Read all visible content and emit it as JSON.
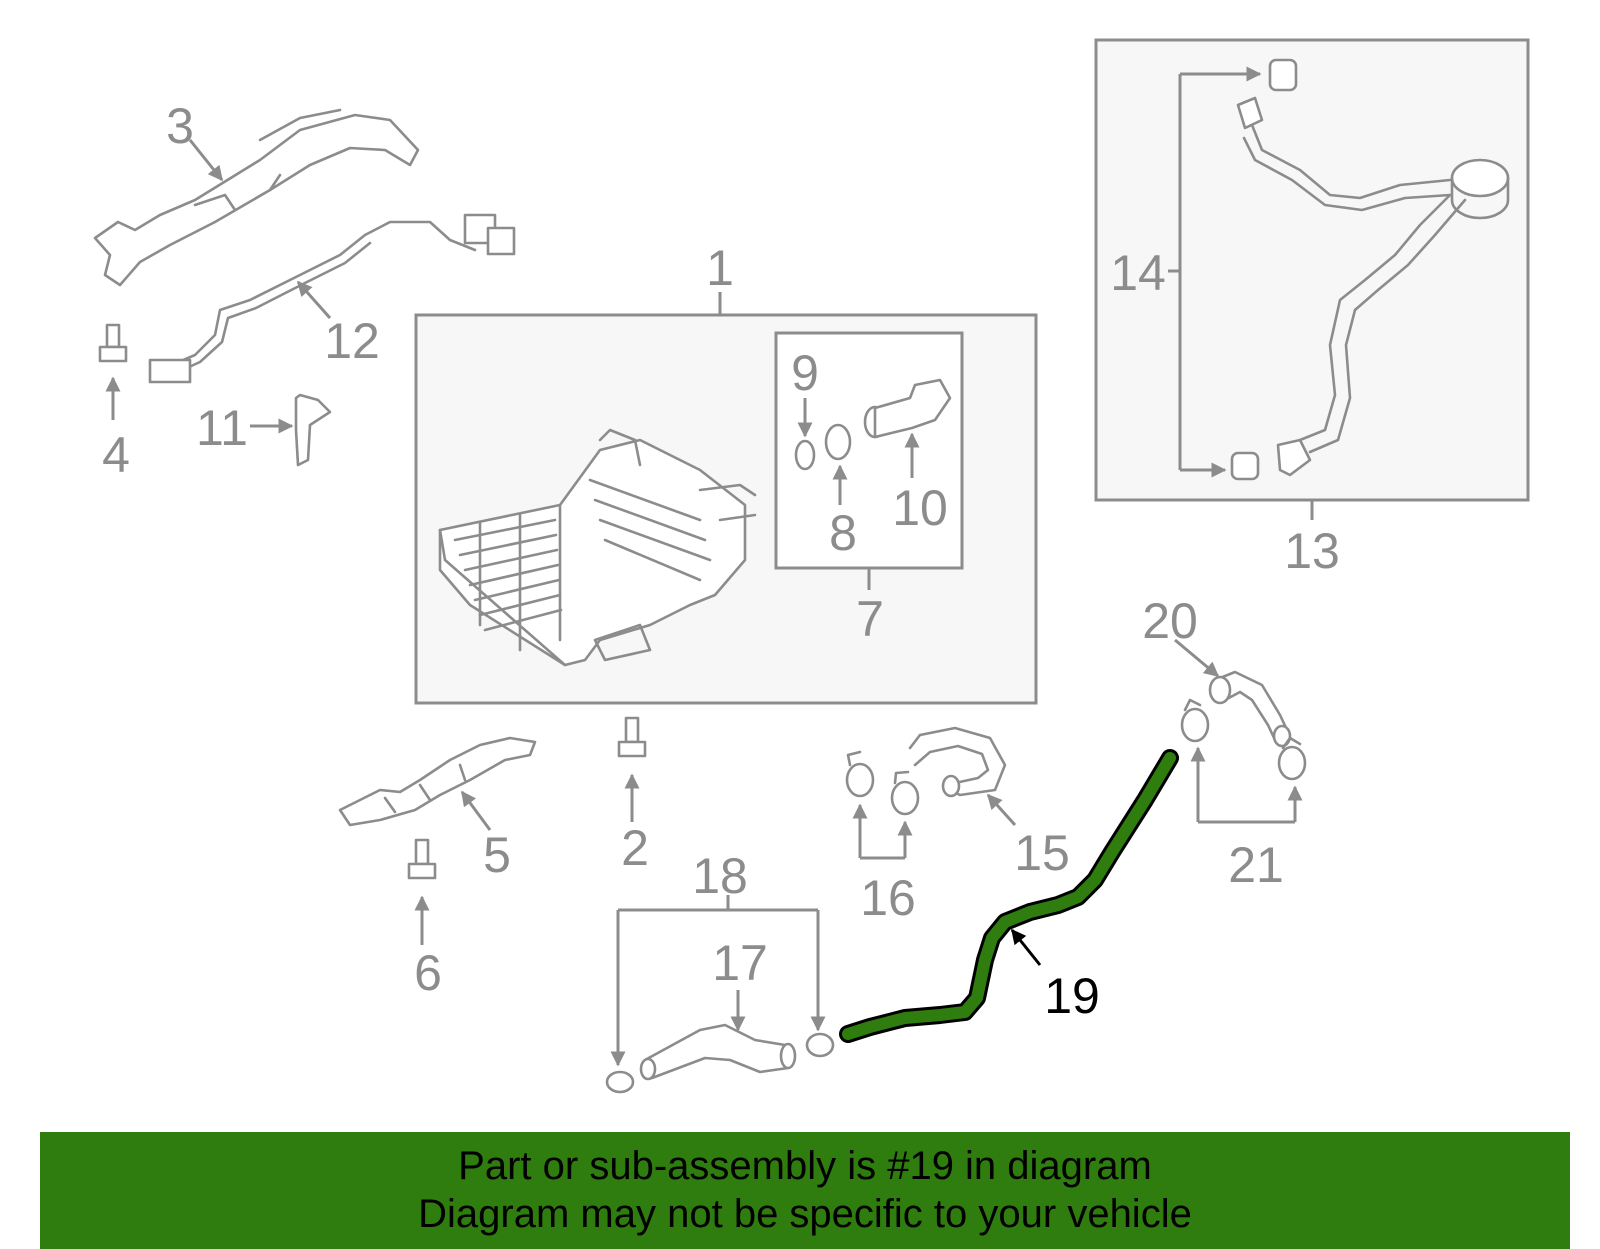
{
  "callouts": {
    "c1": "1",
    "c2": "2",
    "c3": "3",
    "c4": "4",
    "c5": "5",
    "c6": "6",
    "c7": "7",
    "c8": "8",
    "c9": "9",
    "c10": "10",
    "c11": "11",
    "c12": "12",
    "c13": "13",
    "c14": "14",
    "c15": "15",
    "c16": "16",
    "c17": "17",
    "c18": "18",
    "c19": "19",
    "c20": "20",
    "c21": "21"
  },
  "highlight": {
    "part": "19",
    "color": "#2e7d0e"
  },
  "banner": {
    "line1": "Part or sub-assembly is #19 in diagram",
    "line2": "Diagram may not be specific to your vehicle",
    "background": "#2e7d0e"
  }
}
